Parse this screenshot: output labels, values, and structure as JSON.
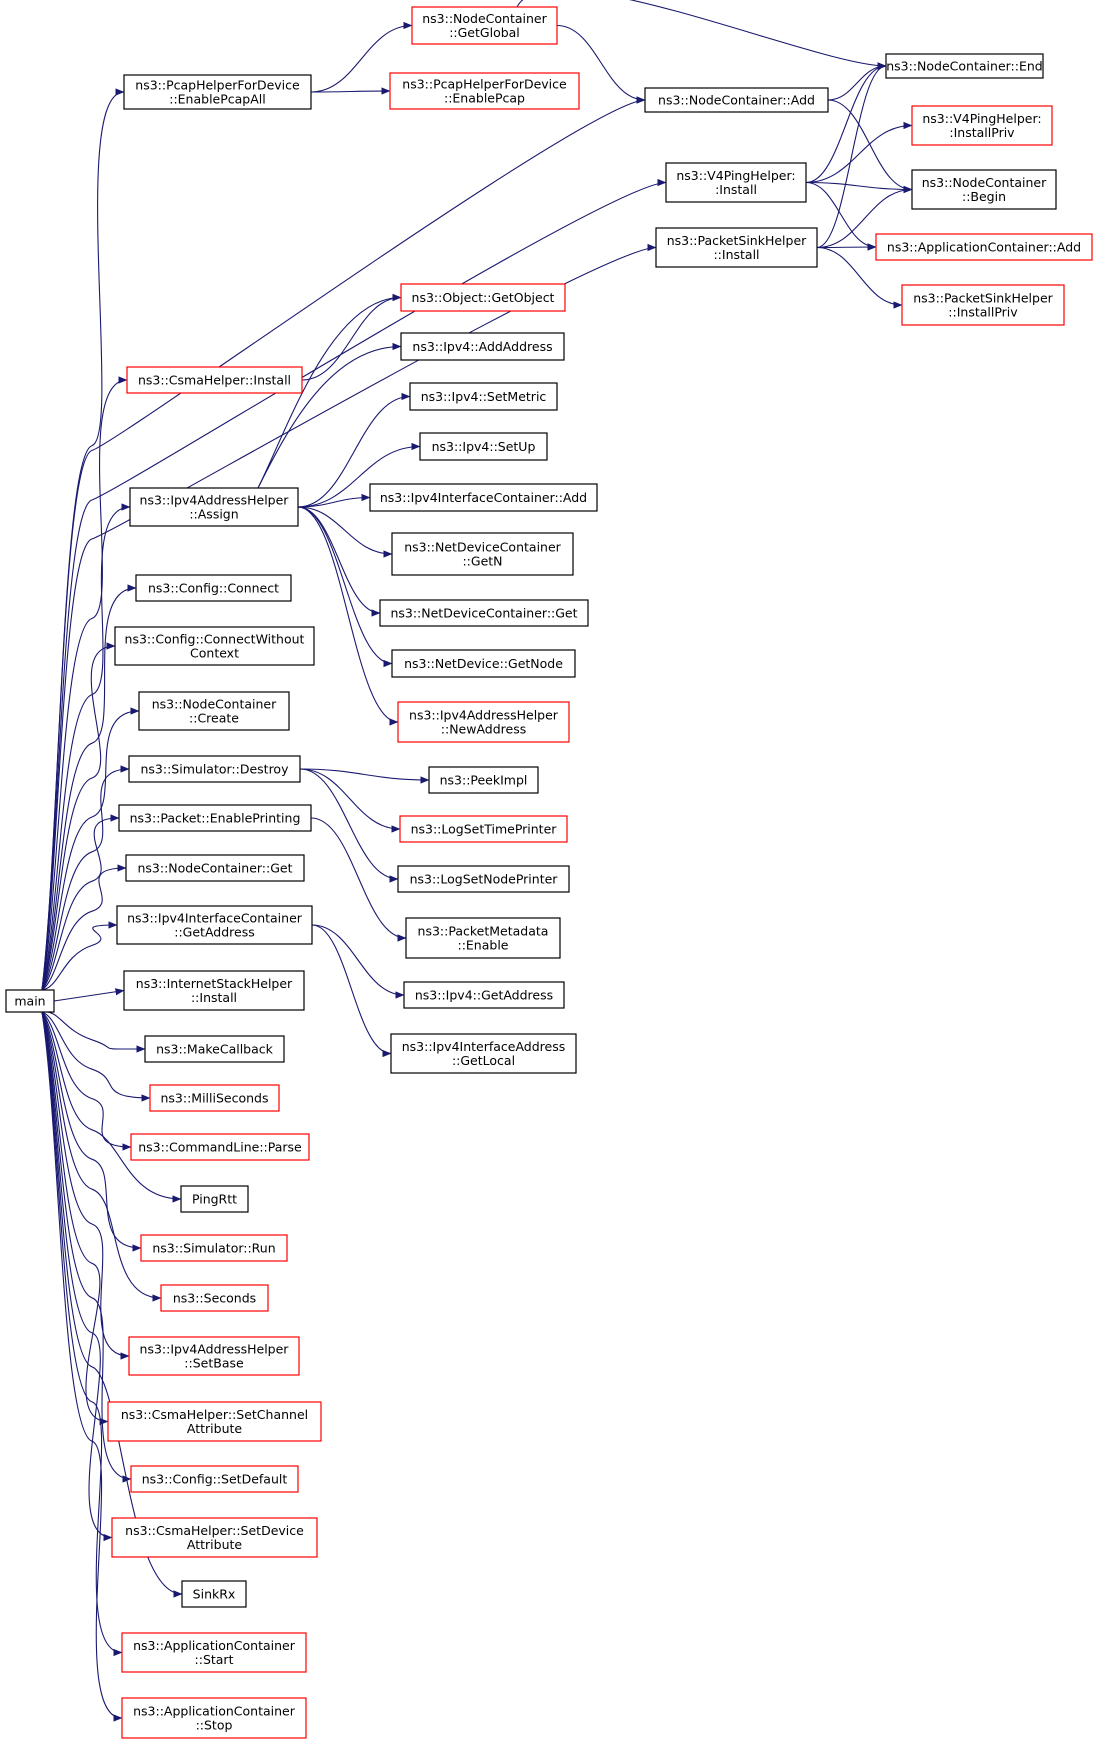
{
  "colors": {
    "edge": "#191970",
    "box_border_normal": "#000000",
    "box_border_incomplete": "#ff0000",
    "root_fill": "#bfbfbf"
  },
  "nodes": [
    {
      "id": "main",
      "lines": [
        "main"
      ],
      "style": "root"
    },
    {
      "id": "pcapall",
      "lines": [
        "ns3::PcapHelperForDevice",
        "::EnablePcapAll"
      ],
      "style": "black"
    },
    {
      "id": "getglobal",
      "lines": [
        "ns3::NodeContainer",
        "::GetGlobal"
      ],
      "style": "red"
    },
    {
      "id": "enablepcap",
      "lines": [
        "ns3::PcapHelperForDevice",
        "::EnablePcap"
      ],
      "style": "red"
    },
    {
      "id": "ncend",
      "lines": [
        "ns3::NodeContainer::End"
      ],
      "style": "black"
    },
    {
      "id": "ncadd",
      "lines": [
        "ns3::NodeContainer::Add"
      ],
      "style": "black"
    },
    {
      "id": "v4pinginstall",
      "lines": [
        "ns3::V4PingHelper:",
        ":Install"
      ],
      "style": "black"
    },
    {
      "id": "v4installpriv",
      "lines": [
        "ns3::V4PingHelper:",
        ":InstallPriv"
      ],
      "style": "red"
    },
    {
      "id": "ncbegin",
      "lines": [
        "ns3::NodeContainer",
        "::Begin"
      ],
      "style": "black"
    },
    {
      "id": "psinstall",
      "lines": [
        "ns3::PacketSinkHelper",
        "::Install"
      ],
      "style": "black"
    },
    {
      "id": "appadd",
      "lines": [
        "ns3::ApplicationContainer::Add"
      ],
      "style": "red"
    },
    {
      "id": "psinstallpriv",
      "lines": [
        "ns3::PacketSinkHelper",
        "::InstallPriv"
      ],
      "style": "red"
    },
    {
      "id": "getobject",
      "lines": [
        "ns3::Object::GetObject"
      ],
      "style": "red"
    },
    {
      "id": "csmainstall",
      "lines": [
        "ns3::CsmaHelper::Install"
      ],
      "style": "red"
    },
    {
      "id": "addaddress",
      "lines": [
        "ns3::Ipv4::AddAddress"
      ],
      "style": "black"
    },
    {
      "id": "setmetric",
      "lines": [
        "ns3::Ipv4::SetMetric"
      ],
      "style": "black"
    },
    {
      "id": "setup",
      "lines": [
        "ns3::Ipv4::SetUp"
      ],
      "style": "black"
    },
    {
      "id": "assign",
      "lines": [
        "ns3::Ipv4AddressHelper",
        "::Assign"
      ],
      "style": "black"
    },
    {
      "id": "icadd",
      "lines": [
        "ns3::Ipv4InterfaceContainer::Add"
      ],
      "style": "black"
    },
    {
      "id": "getn",
      "lines": [
        "ns3::NetDeviceContainer",
        "::GetN"
      ],
      "style": "black"
    },
    {
      "id": "connect",
      "lines": [
        "ns3::Config::Connect"
      ],
      "style": "black"
    },
    {
      "id": "ndcget",
      "lines": [
        "ns3::NetDeviceContainer::Get"
      ],
      "style": "black"
    },
    {
      "id": "connectwc",
      "lines": [
        "ns3::Config::ConnectWithout",
        "Context"
      ],
      "style": "black"
    },
    {
      "id": "getnode",
      "lines": [
        "ns3::NetDevice::GetNode"
      ],
      "style": "black"
    },
    {
      "id": "nccreate",
      "lines": [
        "ns3::NodeContainer",
        "::Create"
      ],
      "style": "black"
    },
    {
      "id": "newaddress",
      "lines": [
        "ns3::Ipv4AddressHelper",
        "::NewAddress"
      ],
      "style": "red"
    },
    {
      "id": "destroy",
      "lines": [
        "ns3::Simulator::Destroy"
      ],
      "style": "black"
    },
    {
      "id": "peekimpl",
      "lines": [
        "ns3::PeekImpl"
      ],
      "style": "black"
    },
    {
      "id": "enableprinting",
      "lines": [
        "ns3::Packet::EnablePrinting"
      ],
      "style": "black"
    },
    {
      "id": "logtime",
      "lines": [
        "ns3::LogSetTimePrinter"
      ],
      "style": "red"
    },
    {
      "id": "ncget",
      "lines": [
        "ns3::NodeContainer::Get"
      ],
      "style": "black"
    },
    {
      "id": "lognode",
      "lines": [
        "ns3::LogSetNodePrinter"
      ],
      "style": "black"
    },
    {
      "id": "icgetaddress",
      "lines": [
        "ns3::Ipv4InterfaceContainer",
        "::GetAddress"
      ],
      "style": "black"
    },
    {
      "id": "pmenable",
      "lines": [
        "ns3::PacketMetadata",
        "::Enable"
      ],
      "style": "black"
    },
    {
      "id": "ishinstall",
      "lines": [
        "ns3::InternetStackHelper",
        "::Install"
      ],
      "style": "black"
    },
    {
      "id": "ipv4getaddress",
      "lines": [
        "ns3::Ipv4::GetAddress"
      ],
      "style": "black"
    },
    {
      "id": "makecallback",
      "lines": [
        "ns3::MakeCallback"
      ],
      "style": "black"
    },
    {
      "id": "getlocal",
      "lines": [
        "ns3::Ipv4InterfaceAddress",
        "::GetLocal"
      ],
      "style": "black"
    },
    {
      "id": "milliseconds",
      "lines": [
        "ns3::MilliSeconds"
      ],
      "style": "red"
    },
    {
      "id": "parse",
      "lines": [
        "ns3::CommandLine::Parse"
      ],
      "style": "red"
    },
    {
      "id": "pingrtt",
      "lines": [
        "PingRtt"
      ],
      "style": "black"
    },
    {
      "id": "run",
      "lines": [
        "ns3::Simulator::Run"
      ],
      "style": "red"
    },
    {
      "id": "seconds",
      "lines": [
        "ns3::Seconds"
      ],
      "style": "red"
    },
    {
      "id": "setbase",
      "lines": [
        "ns3::Ipv4AddressHelper",
        "::SetBase"
      ],
      "style": "red"
    },
    {
      "id": "setchannelattr",
      "lines": [
        "ns3::CsmaHelper::SetChannel",
        "Attribute"
      ],
      "style": "red"
    },
    {
      "id": "setdefault",
      "lines": [
        "ns3::Config::SetDefault"
      ],
      "style": "red"
    },
    {
      "id": "setdeviceattr",
      "lines": [
        "ns3::CsmaHelper::SetDevice",
        "Attribute"
      ],
      "style": "red"
    },
    {
      "id": "sinkrx",
      "lines": [
        "SinkRx"
      ],
      "style": "black"
    },
    {
      "id": "appstart",
      "lines": [
        "ns3::ApplicationContainer",
        "::Start"
      ],
      "style": "red"
    },
    {
      "id": "appstop",
      "lines": [
        "ns3::ApplicationContainer",
        "::Stop"
      ],
      "style": "red"
    }
  ],
  "edges": [
    [
      "main",
      "pcapall"
    ],
    [
      "main",
      "ncadd"
    ],
    [
      "main",
      "v4pinginstall"
    ],
    [
      "main",
      "psinstall"
    ],
    [
      "main",
      "csmainstall"
    ],
    [
      "main",
      "assign"
    ],
    [
      "main",
      "connect"
    ],
    [
      "main",
      "connectwc"
    ],
    [
      "main",
      "nccreate"
    ],
    [
      "main",
      "destroy"
    ],
    [
      "main",
      "enableprinting"
    ],
    [
      "main",
      "ncget"
    ],
    [
      "main",
      "icgetaddress"
    ],
    [
      "main",
      "ishinstall"
    ],
    [
      "main",
      "makecallback"
    ],
    [
      "main",
      "milliseconds"
    ],
    [
      "main",
      "parse"
    ],
    [
      "main",
      "pingrtt"
    ],
    [
      "main",
      "run"
    ],
    [
      "main",
      "seconds"
    ],
    [
      "main",
      "setbase"
    ],
    [
      "main",
      "setchannelattr"
    ],
    [
      "main",
      "setdefault"
    ],
    [
      "main",
      "setdeviceattr"
    ],
    [
      "main",
      "sinkrx"
    ],
    [
      "main",
      "appstart"
    ],
    [
      "main",
      "appstop"
    ],
    [
      "pcapall",
      "getglobal"
    ],
    [
      "pcapall",
      "enablepcap"
    ],
    [
      "getglobal",
      "ncend"
    ],
    [
      "getglobal",
      "ncadd"
    ],
    [
      "ncadd",
      "ncend"
    ],
    [
      "ncadd",
      "ncbegin"
    ],
    [
      "v4pinginstall",
      "ncend"
    ],
    [
      "v4pinginstall",
      "v4installpriv"
    ],
    [
      "v4pinginstall",
      "ncbegin"
    ],
    [
      "v4pinginstall",
      "appadd"
    ],
    [
      "psinstall",
      "ncend"
    ],
    [
      "psinstall",
      "ncbegin"
    ],
    [
      "psinstall",
      "appadd"
    ],
    [
      "psinstall",
      "psinstallpriv"
    ],
    [
      "csmainstall",
      "getobject"
    ],
    [
      "assign",
      "getobject"
    ],
    [
      "assign",
      "addaddress"
    ],
    [
      "assign",
      "setmetric"
    ],
    [
      "assign",
      "setup"
    ],
    [
      "assign",
      "icadd"
    ],
    [
      "assign",
      "getn"
    ],
    [
      "assign",
      "ndcget"
    ],
    [
      "assign",
      "getnode"
    ],
    [
      "assign",
      "newaddress"
    ],
    [
      "destroy",
      "peekimpl"
    ],
    [
      "destroy",
      "logtime"
    ],
    [
      "destroy",
      "lognode"
    ],
    [
      "enableprinting",
      "pmenable"
    ],
    [
      "icgetaddress",
      "ipv4getaddress"
    ],
    [
      "icgetaddress",
      "getlocal"
    ]
  ]
}
